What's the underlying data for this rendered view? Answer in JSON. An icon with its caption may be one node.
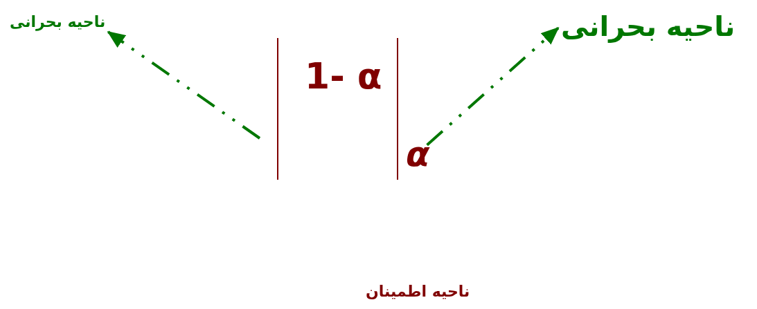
{
  "diagram": {
    "nodes": [
      {
        "text": [
          "ناحیه بحرانی"
        ]
      },
      {
        "text": [
          "ناحیه بحرانی"
        ]
      },
      {
        "text": [
          "α"
        ]
      }
    ],
    "edges": [
      {
        "from": null,
        "to": 0,
        "arrow": "to",
        "style": "dashed"
      },
      {
        "from": 2,
        "to": 1,
        "arrow": "to",
        "style": "dashed"
      }
    ],
    "labels": [
      "1- α",
      "ناحیه اطمینان"
    ]
  }
}
